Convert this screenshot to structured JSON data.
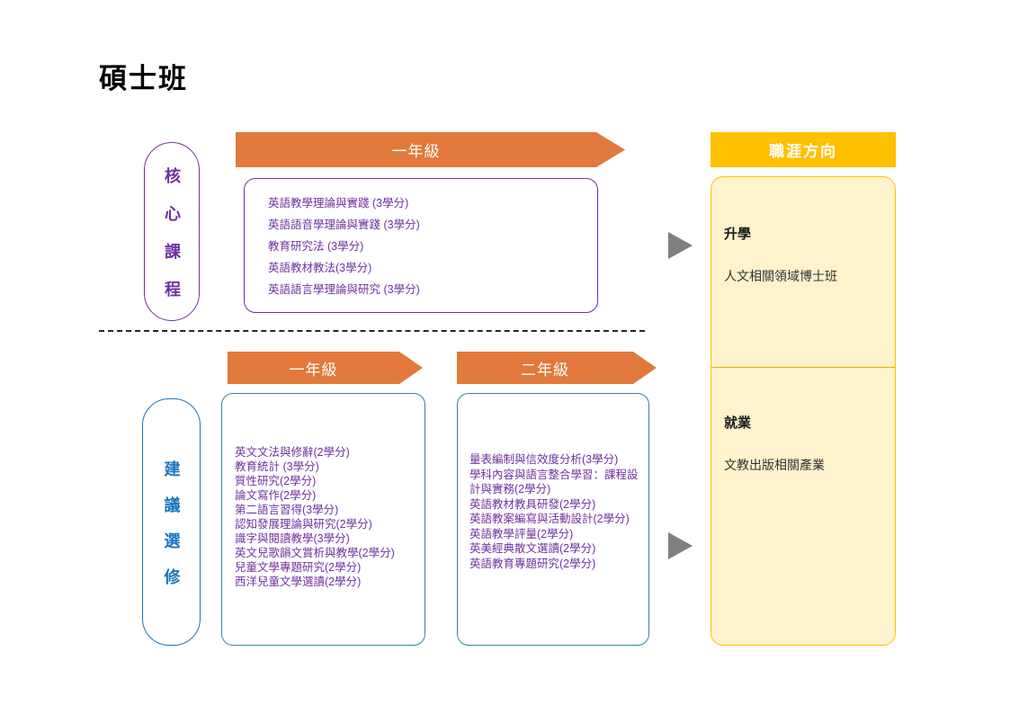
{
  "title": "碩士班",
  "colors": {
    "accent_orange": "#E2793C",
    "accent_gold": "#FFC000",
    "panel_yellow": "#FFF2CC",
    "accent_purple": "#7030A0",
    "accent_blue": "#1B75BC",
    "box_border_blue": "#2E86A8",
    "arrow_gray": "#7F7F7F"
  },
  "core_section": {
    "label": "核心課程",
    "banner": "一年級",
    "courses": [
      "英語教學理論與實踐 (3學分)",
      "英語語音學理論與實踐 (3學分)",
      "教育研究法 (3學分)",
      "英語教材教法(3學分)",
      "英語語言學理論與研究 (3學分)"
    ]
  },
  "elective_section": {
    "label": "建議選修",
    "year1": {
      "banner": "一年級",
      "courses": [
        "英文文法與修辭(2學分)",
        "教育統計 (3學分)",
        "質性研究(2學分)",
        "論文寫作(2學分)",
        "第二語言習得(3學分)",
        "認知發展理論與研究(2學分)",
        "識字與閱讀教學(3學分)",
        "英文兒歌韻文賞析與教學(2學分)",
        "兒童文學專題研究(2學分)",
        "西洋兒童文學選讀(2學分)"
      ]
    },
    "year2": {
      "banner": "二年級",
      "courses": [
        "量表編制與信效度分析(3學分)",
        "學科內容與語言整合學習：課程設計與實務(2學分)",
        "英語教材教具研發(2學分)",
        "英語教案編寫與活動設計(2學分)",
        "英語教學評量(2學分)",
        "英美經典散文選讀(2學分)",
        "英語教育專題研究(2學分)"
      ]
    }
  },
  "career": {
    "header": "職涯方向",
    "further_study": {
      "title": "升學",
      "desc": "人文相關領域博士班"
    },
    "employment": {
      "title": "就業",
      "desc": "文教出版相關產業"
    }
  },
  "icons": {
    "flow_arrow": "right-triangle"
  }
}
